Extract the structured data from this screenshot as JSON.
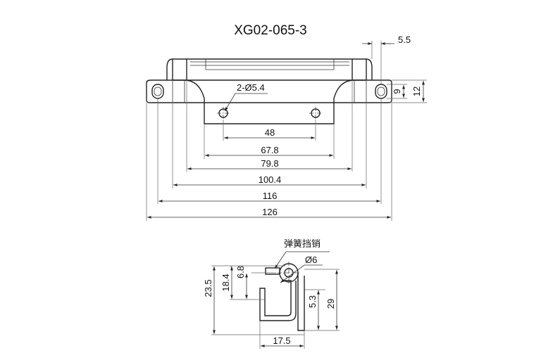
{
  "title": "XG02-065-3",
  "top_view": {
    "hole_label": "2-Ø5.4",
    "dim_48": "48",
    "dim_67_8": "67.8",
    "dim_79_8": "79.8",
    "dim_100_4": "100.4",
    "dim_116": "116",
    "dim_126": "126",
    "dim_5_5": "5.5",
    "dim_9": "9",
    "dim_12": "12"
  },
  "side_view": {
    "spring_pin_label": "弹簧挡销",
    "pin_diameter": "Ø6",
    "dim_23_5": "23.5",
    "dim_18_4": "18.4",
    "dim_6_8": "6.8",
    "dim_5_3": "5.3",
    "dim_29": "29",
    "dim_17_5": "17.5"
  }
}
